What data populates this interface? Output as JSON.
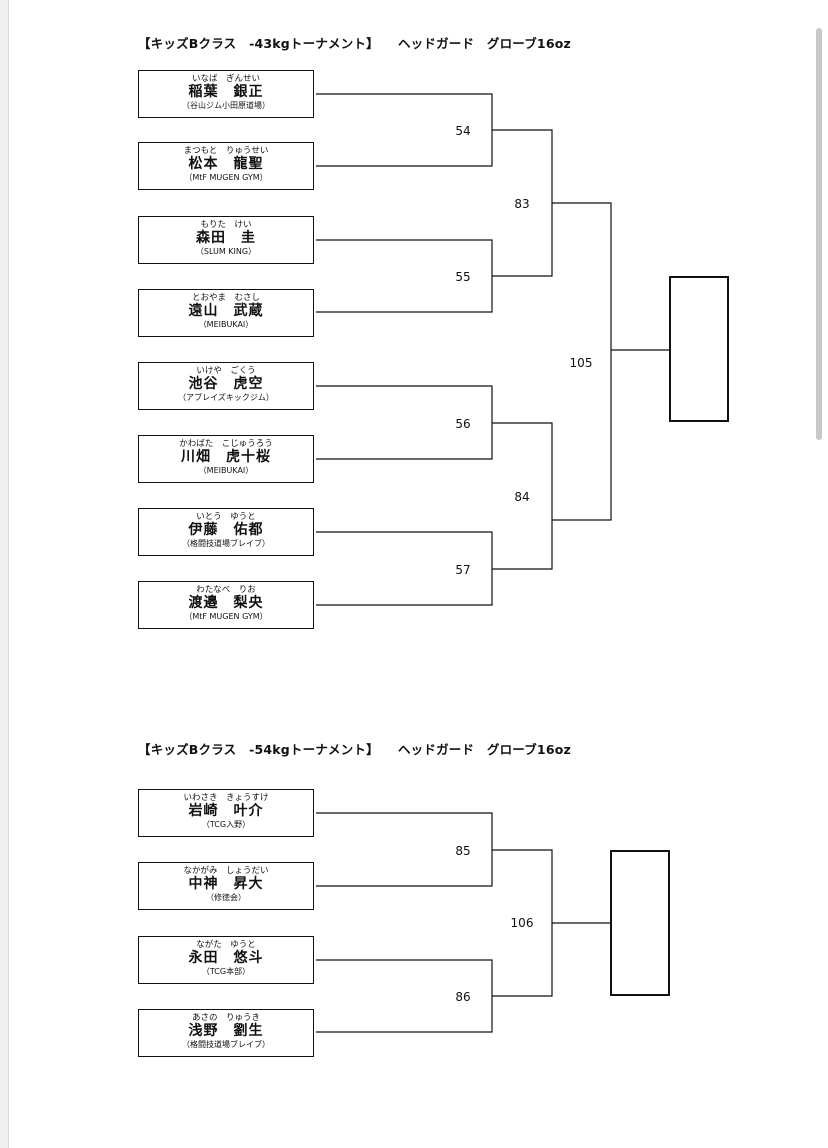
{
  "tournaments": [
    {
      "title": "【キッズBクラス　-43kgトーナメント】　　ヘッドガード　グローブ16oz",
      "entries": [
        {
          "furigana": "いなば　ぎんせい",
          "name": "稲葉　銀正",
          "team": "（谷山ジム小田原道場）"
        },
        {
          "furigana": "まつもと　りゅうせい",
          "name": "松本　龍聖",
          "team": "（MtF MUGEN GYM）"
        },
        {
          "furigana": "もりた　けい",
          "name": "森田　圭",
          "team": "（SLUM KING）"
        },
        {
          "furigana": "とおやま　むさし",
          "name": "遠山　武蔵",
          "team": "（MEIBUKAI）"
        },
        {
          "furigana": "いけや　ごくう",
          "name": "池谷　虎空",
          "team": "（アブレイズキックジム）"
        },
        {
          "furigana": "かわばた　こじゅうろう",
          "name": "川畑　虎十桜",
          "team": "（MEIBUKAI）"
        },
        {
          "furigana": "いとう　ゆうと",
          "name": "伊藤　佑都",
          "team": "（格闘技道場ブレイブ）"
        },
        {
          "furigana": "わたなべ　りお",
          "name": "渡邉　梨央",
          "team": "（MtF MUGEN GYM）"
        }
      ],
      "matches": [
        "54",
        "55",
        "56",
        "57",
        "83",
        "84",
        "105"
      ]
    },
    {
      "title": "【キッズBクラス　-54kgトーナメント】　　ヘッドガード　グローブ16oz",
      "entries": [
        {
          "furigana": "いわさき　きょうすけ",
          "name": "岩崎　叶介",
          "team": "（TCG入野）"
        },
        {
          "furigana": "なかがみ　しょうだい",
          "name": "中神　昇大",
          "team": "（修徳会）"
        },
        {
          "furigana": "ながた　ゆうと",
          "name": "永田　悠斗",
          "team": "（TCG本部）"
        },
        {
          "furigana": "あさの　りゅうき",
          "name": "浅野　劉生",
          "team": "（格闘技道場ブレイブ）"
        }
      ],
      "matches": [
        "85",
        "86",
        "106"
      ]
    }
  ]
}
